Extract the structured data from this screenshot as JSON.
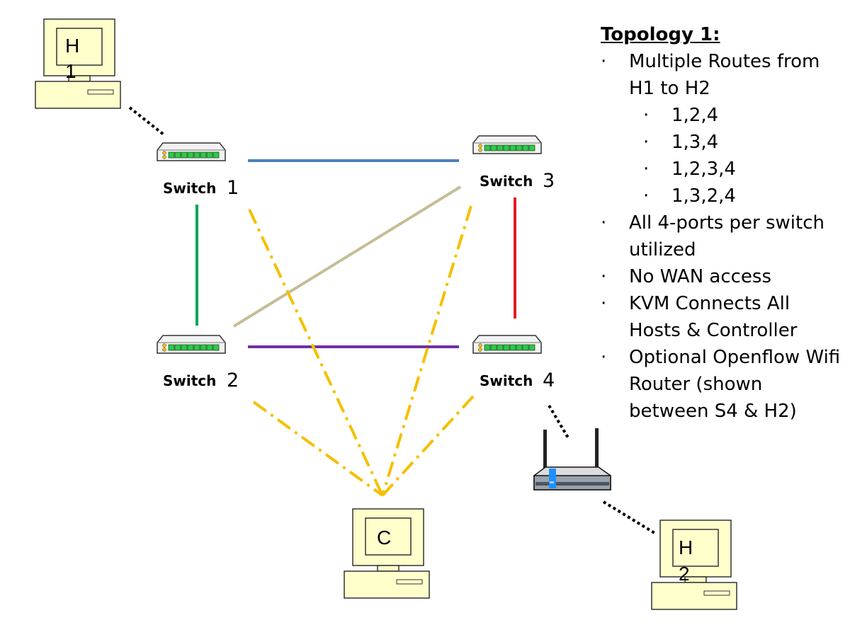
{
  "hosts": {
    "h1": {
      "line1": "H",
      "line2": "1"
    },
    "c": {
      "label": "C"
    },
    "h2": {
      "line1": "H",
      "line2": "2"
    }
  },
  "switches": [
    {
      "word": "Switch",
      "num": "1"
    },
    {
      "word": "Switch",
      "num": "2"
    },
    {
      "word": "Switch",
      "num": "3"
    },
    {
      "word": "Switch",
      "num": "4"
    }
  ],
  "links": {
    "s1_s3": "#4f81bd",
    "s1_s2": "#00a651",
    "s3_s4": "#e31b23",
    "s2_s4": "#7030a0",
    "s2_s3": "#c4bd97",
    "controller": "#f5c000",
    "host_access": "#000000"
  },
  "notes": {
    "title": "Topology 1:",
    "bullet": "·",
    "items": [
      {
        "text": "Multiple Routes from H1 to H2",
        "sub": false
      },
      {
        "text": "1,2,4",
        "sub": true
      },
      {
        "text": "1,3,4",
        "sub": true
      },
      {
        "text": "1,2,3,4",
        "sub": true
      },
      {
        "text": "1,3,2,4",
        "sub": true
      },
      {
        "text": "All 4-ports per switch utilized",
        "sub": false
      },
      {
        "text": "No WAN access",
        "sub": false
      },
      {
        "text": "KVM Connects All Hosts & Controller",
        "sub": false
      },
      {
        "text": "Optional Openflow Wifi Router (shown between S4 & H2)",
        "sub": false
      }
    ]
  }
}
